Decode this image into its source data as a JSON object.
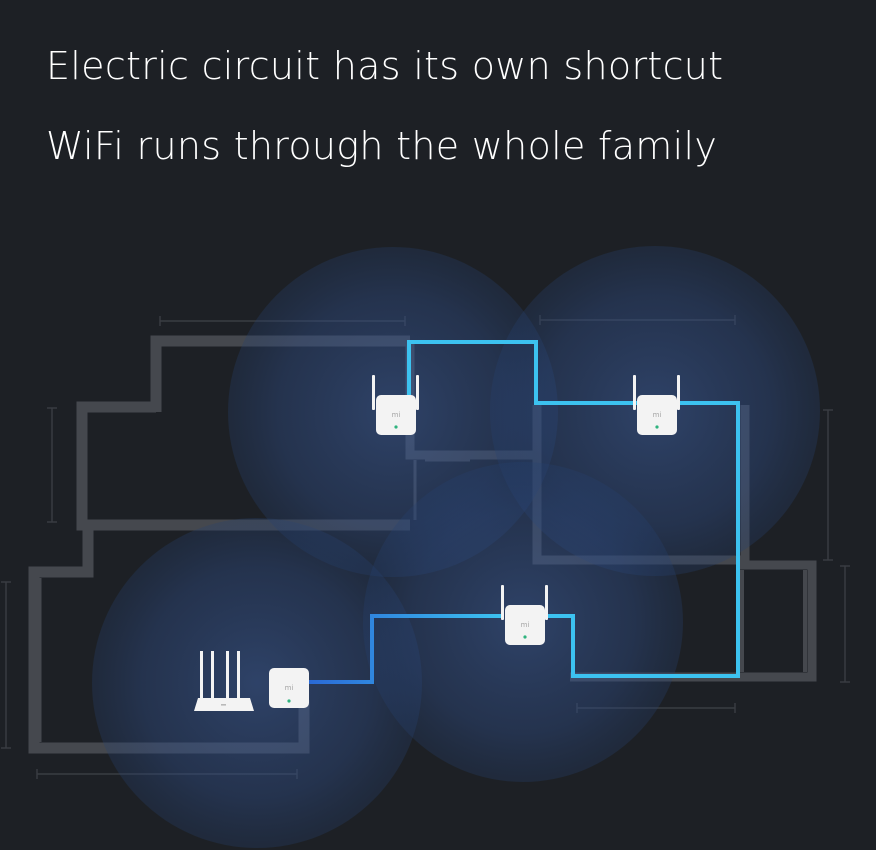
{
  "headline": {
    "line1": "Electric circuit has its own shortcut",
    "line2": "WiFi runs through the whole family"
  },
  "device_logo": "mi",
  "colors": {
    "background": "#1d2025",
    "wall": "#45484e",
    "coverage": "#3a5a99",
    "cable_light": "#3cc2f0",
    "cable_dark": "#2a69d6",
    "device": "#f3f3f3",
    "indicator": "#2fb37e"
  }
}
